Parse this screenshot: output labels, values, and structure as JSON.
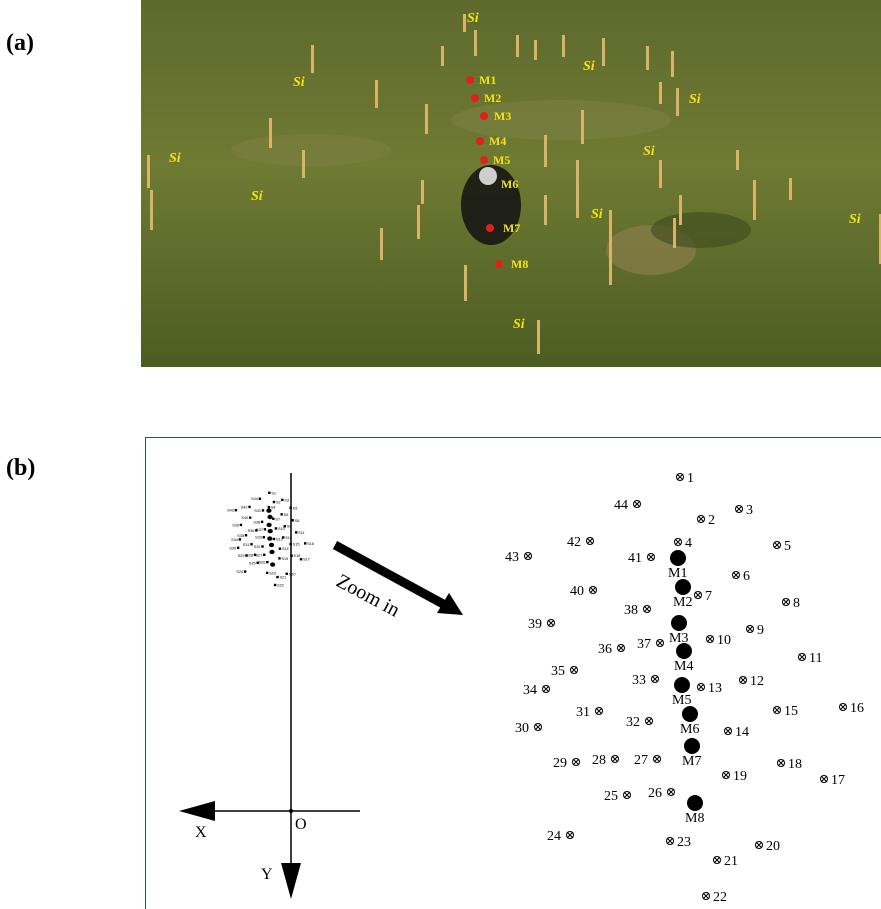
{
  "panels": {
    "a": "(a)",
    "b": "(b)"
  },
  "colors": {
    "grass_dark": "#4a5a22",
    "grass_light": "#7c8a3a",
    "stake": "#d6b46a",
    "marker_red": "#e0201a",
    "label_yellow": "#f2e11b",
    "frame_blue": "#2e4c8c"
  },
  "photo": {
    "site_labels": [
      "Si",
      "Si",
      "Si",
      "Si",
      "Si",
      "Si",
      "Si",
      "Si",
      "Si",
      "Si"
    ],
    "markers": [
      "M1",
      "M2",
      "M3",
      "M4",
      "M5",
      "M6",
      "M7",
      "M8"
    ]
  },
  "diagram": {
    "zoom_label": "Zoom in",
    "axis_x": "X",
    "axis_y": "Y",
    "origin": "O",
    "points": [
      "1",
      "2",
      "3",
      "4",
      "5",
      "6",
      "7",
      "8",
      "9",
      "10",
      "11",
      "12",
      "13",
      "14",
      "15",
      "16",
      "17",
      "18",
      "19",
      "20",
      "21",
      "22",
      "23",
      "24",
      "25",
      "26",
      "27",
      "28",
      "29",
      "30",
      "31",
      "32",
      "33",
      "34",
      "35",
      "36",
      "37",
      "38",
      "39",
      "40",
      "41",
      "42",
      "43",
      "44"
    ],
    "mini_points": [
      "S1",
      "S2",
      "S3",
      "S4",
      "S5",
      "S6",
      "S7",
      "S8",
      "S9",
      "S10",
      "S11",
      "S12",
      "S13",
      "S14",
      "S15",
      "S16",
      "S17",
      "S18",
      "S19",
      "S20",
      "S21",
      "S22",
      "S23",
      "S24",
      "S25",
      "S26",
      "S27",
      "S28",
      "S29",
      "S30",
      "S31",
      "S32",
      "S33",
      "S34",
      "S35",
      "S36",
      "S37",
      "S38",
      "S39",
      "S40",
      "S41",
      "S42",
      "S43",
      "S44"
    ],
    "markers": [
      "M1",
      "M2",
      "M3",
      "M4",
      "M5",
      "M6",
      "M7",
      "M8"
    ]
  }
}
